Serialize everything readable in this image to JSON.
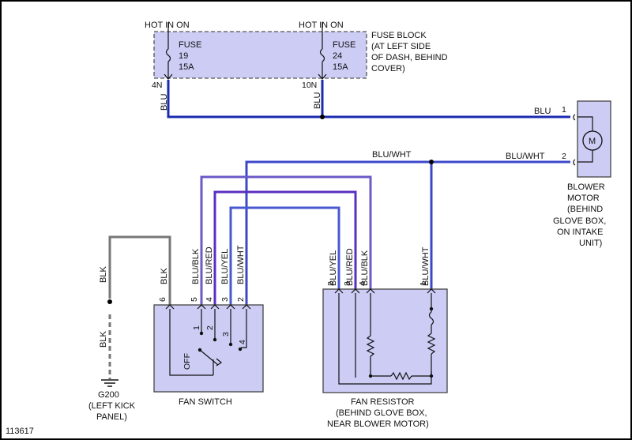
{
  "hot_in_on_left": "HOT IN ON",
  "hot_in_on_right": "HOT IN ON",
  "fuse_left": {
    "label": "FUSE",
    "number": "19",
    "rating": "15A",
    "pin": "4N"
  },
  "fuse_right": {
    "label": "FUSE",
    "number": "24",
    "rating": "15A",
    "pin": "10N"
  },
  "fuse_block": [
    "FUSE BLOCK",
    "(AT LEFT SIDE",
    "OF DASH, BEHIND",
    "COVER)"
  ],
  "blower_motor": {
    "symbol": "M",
    "caption": [
      "BLOWER",
      "MOTOR",
      "(BEHIND",
      "GLOVE BOX,",
      "ON INTAKE",
      "UNIT)"
    ],
    "pin1": "1",
    "pin2": "2"
  },
  "wires": {
    "blu": "BLU",
    "blu_wht": "BLU/WHT",
    "blu_blk": "BLU/BLK",
    "blu_red": "BLU/RED",
    "blu_yel": "BLU/YEL",
    "blk": "BLK"
  },
  "fan_switch": {
    "caption": "FAN SWITCH",
    "off": "OFF",
    "pins": [
      "6",
      "5",
      "4",
      "3",
      "2"
    ],
    "positions": [
      "1",
      "2",
      "3",
      "4"
    ]
  },
  "fan_resistor": {
    "caption": [
      "FAN RESISTOR",
      "(BEHIND GLOVE BOX,",
      "NEAR BLOWER MOTOR)"
    ],
    "pins": [
      "2",
      "3",
      "4",
      "1"
    ]
  },
  "ground": {
    "id": "G200",
    "location": [
      "(LEFT KICK",
      "PANEL)"
    ]
  },
  "figure_id": "113617"
}
